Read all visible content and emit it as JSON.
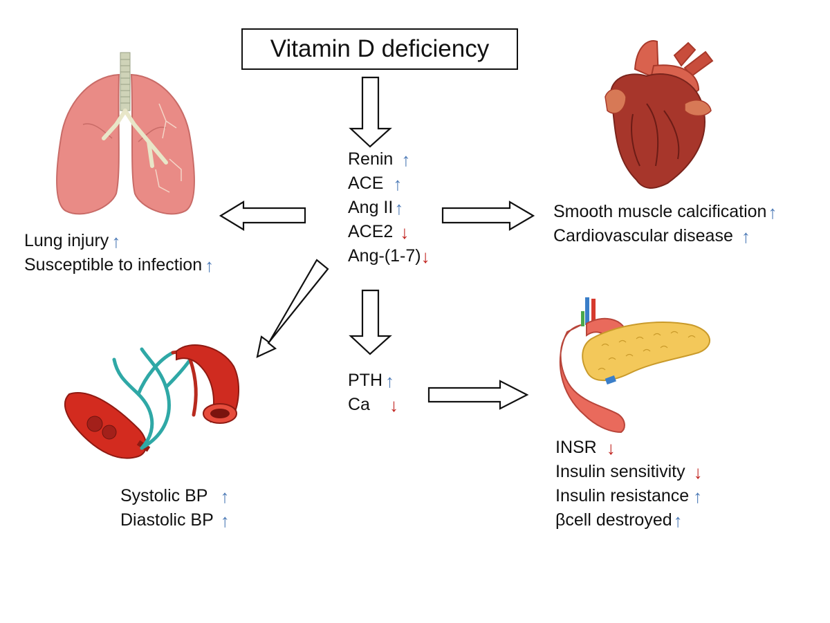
{
  "title": "Vitamin D deficiency",
  "colors": {
    "up_arrow": "#4a78b5",
    "down_arrow": "#c0211d"
  },
  "raas": [
    {
      "label": "Renin",
      "direction": "up"
    },
    {
      "label": "ACE",
      "direction": "up"
    },
    {
      "label": "Ang II",
      "direction": "up"
    },
    {
      "label": "ACE2",
      "direction": "down"
    },
    {
      "label": "Ang-(1-7)",
      "direction": "down"
    }
  ],
  "lung": [
    {
      "label": "Lung injury",
      "direction": "up"
    },
    {
      "label": "Susceptible to infection",
      "direction": "up"
    }
  ],
  "heart": [
    {
      "label": "Smooth muscle calcification",
      "direction": "up"
    },
    {
      "label": "Cardiovascular disease",
      "direction": "up"
    }
  ],
  "bp": [
    {
      "label": "Systolic BP",
      "direction": "up"
    },
    {
      "label": "Diastolic BP",
      "direction": "up"
    }
  ],
  "pth": [
    {
      "label": "PTH",
      "direction": "up"
    },
    {
      "label": "Ca",
      "direction": "down"
    }
  ],
  "pancreas": [
    {
      "label": "INSR",
      "direction": "down"
    },
    {
      "label": "Insulin sensitivity",
      "direction": "down"
    },
    {
      "label": "Insulin resistance",
      "direction": "up"
    },
    {
      "label": "βcell destroyed",
      "direction": "up"
    }
  ],
  "glyphs": {
    "up": "↑",
    "down": "↓"
  }
}
